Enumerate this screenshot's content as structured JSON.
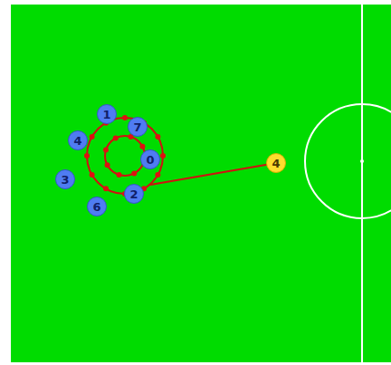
{
  "diagram": {
    "nodes": [
      {
        "text": [
          "1"
        ]
      },
      {
        "text": [
          "7"
        ]
      },
      {
        "text": [
          "4"
        ]
      },
      {
        "text": [
          "0"
        ]
      },
      {
        "text": [
          "4"
        ]
      },
      {
        "text": [
          "3"
        ]
      },
      {
        "text": [
          "2"
        ]
      },
      {
        "text": [
          "6"
        ]
      }
    ]
  }
}
